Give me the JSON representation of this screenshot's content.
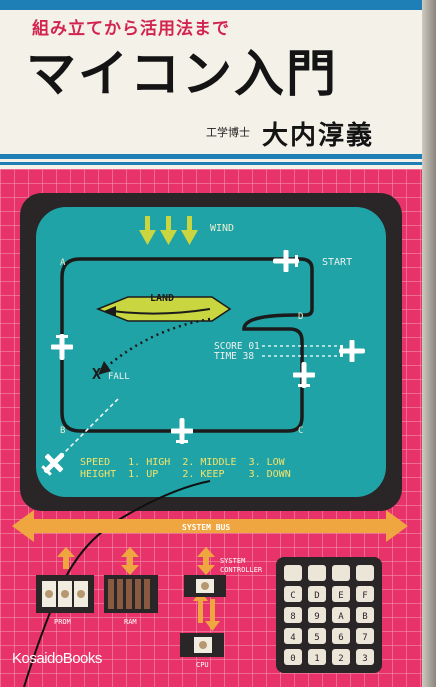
{
  "cover": {
    "subtitle": "組み立てから活用法まで",
    "title": "マイコン入門",
    "author_role": "工学博士",
    "author": "大内淳義",
    "publisher": "KosaidoBooks"
  },
  "screen": {
    "wind": "WIND",
    "start": "START",
    "land": "LAND",
    "fall": "FALL",
    "score": "SCORE 01",
    "time": "TIME  38",
    "corner_a": "A",
    "corner_b": "B",
    "corner_c": "C",
    "corner_d": "D",
    "speed_row": "SPEED   1. HIGH  2. MIDDLE  3. LOW",
    "height_row": "HEIGHT  1. UP    2. KEEP    3. DOWN"
  },
  "board": {
    "bus": "SYSTEM BUS",
    "prom": "PROM",
    "ram": "RAM",
    "controller_line1": "SYSTEM",
    "controller_line2": "CONTROLLER",
    "cpu": "CPU"
  },
  "keypad": {
    "keys": [
      "",
      "",
      "",
      "",
      "C",
      "D",
      "E",
      "F",
      "8",
      "9",
      "A",
      "B",
      "4",
      "5",
      "6",
      "7",
      "0",
      "1",
      "2",
      "3"
    ]
  },
  "colors": {
    "accent_blue": "#1d7fb6",
    "subtitle_red": "#d2244f",
    "pink_bg": "#e8336a",
    "screen_teal": "#1fa3a6",
    "crt_dark": "#2a2628",
    "plane_white": "#ffffff",
    "text_yellow": "#f4e36a",
    "bus_orange": "#f0a640"
  }
}
